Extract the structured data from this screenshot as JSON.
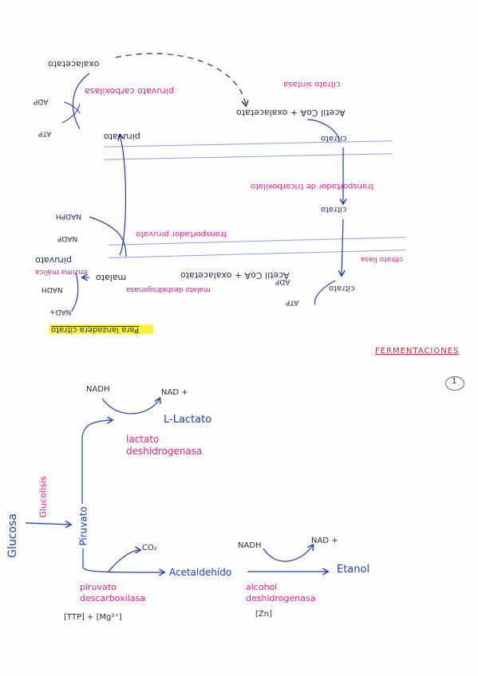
{
  "top": {
    "heading": "Para lanzadera citrato",
    "oxalacetato": "oxalacetato",
    "piruvato_carboxilasa": "piruvato carboxilasa",
    "adp": "ADP",
    "atp": "ATP",
    "piruvato_mito": "piruvato",
    "citrato_sintasa": "citrato sintasa",
    "acetilcoa_oxal_mito": "Acetil CoA + oxalacetato",
    "citrato_mito": "citrato",
    "transportador_tricarb": "transportador de tricarboxilato",
    "citrato_mid": "citrato",
    "transportador_piruvato": "transportador piruvato",
    "nadph": "NADPH",
    "nadp": "NADP",
    "piruvato_cyt": "piruvato",
    "enzima_malica": "enzima málica",
    "nadh": "NADH",
    "nad": "NAD+",
    "malato": "malato",
    "malato_dh": "malato deshidrogenasa",
    "acetilcoa_oxal_cyt": "Acetil CoA + oxalacetato",
    "citrato_liasa": "citrato liasa",
    "citrato_cyt": "citrato",
    "adp_cyt": "ADP",
    "atp_cyt": "ATP"
  },
  "bottom": {
    "heading": "FERMENTACIONES",
    "circle_number": "1",
    "glucosa": "Glucosa",
    "glucolisis": "Glucolisis",
    "piruvato": "Piruvato",
    "nadh_1": "NADH",
    "nad_1": "NAD +",
    "l_lactato": "L-Lactato",
    "lactato_dh": "lactato deshidrogenasa",
    "co2": "CO₂",
    "acetaldehido": "Acetaldehído",
    "piruvato_decarb": "piruvato descarboxilasa",
    "cofactors_1": "[TTP] + [Mg²⁺]",
    "nadh_2": "NADH",
    "nad_2": "NAD +",
    "etanol": "Etanol",
    "alcohol_dh": "alcohol deshidrogenasa",
    "cofactor_2": "[Zn]"
  },
  "colors": {
    "ink": "#1f3fae",
    "enzyme": "#e0208e",
    "highlight": "#f6f23a"
  }
}
